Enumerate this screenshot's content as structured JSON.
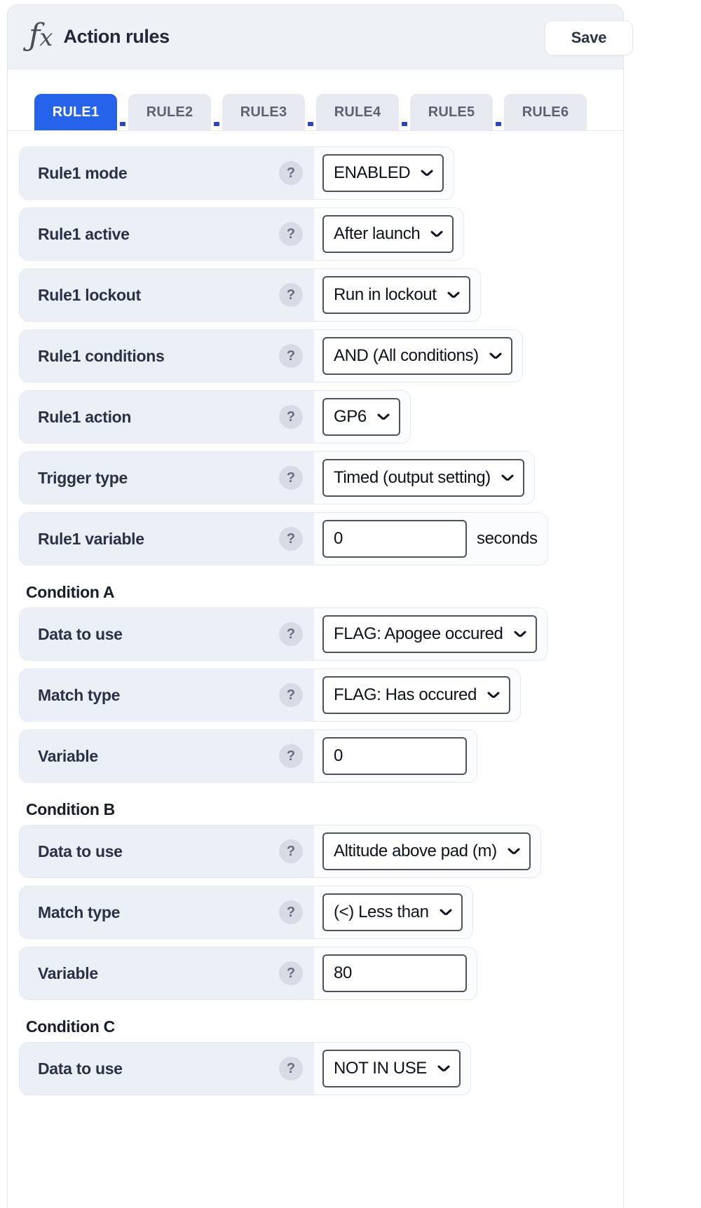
{
  "header": {
    "icon": "fx-icon",
    "title": "Action rules",
    "save_label": "Save"
  },
  "tabs": {
    "active_index": 0,
    "items": [
      {
        "label": "RULE1"
      },
      {
        "label": "RULE2"
      },
      {
        "label": "RULE3"
      },
      {
        "label": "RULE4"
      },
      {
        "label": "RULE5"
      },
      {
        "label": "RULE6"
      }
    ]
  },
  "help_badge": "?",
  "colors": {
    "accent": "#2563eb",
    "tab_separator": "#2c44c9",
    "label_bg": "#ebeff6",
    "card_bg": "#ffffff",
    "header_bg": "#eef1f6"
  },
  "form": {
    "rows": [
      {
        "label": "Rule1 mode",
        "type": "select",
        "value": "ENABLED"
      },
      {
        "label": "Rule1 active",
        "type": "select",
        "value": "After launch"
      },
      {
        "label": "Rule1 lockout",
        "type": "select",
        "value": "Run in lockout"
      },
      {
        "label": "Rule1 conditions",
        "type": "select",
        "value": "AND (All conditions)"
      },
      {
        "label": "Rule1 action",
        "type": "select",
        "value": "GP6"
      },
      {
        "label": "Trigger type",
        "type": "select",
        "value": "Timed (output setting)"
      },
      {
        "label": "Rule1 variable",
        "type": "input",
        "value": "0",
        "unit": "seconds"
      }
    ]
  },
  "conditions": [
    {
      "title": "Condition A",
      "rows": [
        {
          "label": "Data to use",
          "type": "select",
          "value": "FLAG: Apogee occured"
        },
        {
          "label": "Match type",
          "type": "select",
          "value": "FLAG: Has occured"
        },
        {
          "label": "Variable",
          "type": "input",
          "value": "0"
        }
      ]
    },
    {
      "title": "Condition B",
      "rows": [
        {
          "label": "Data to use",
          "type": "select",
          "value": "Altitude above pad (m)"
        },
        {
          "label": "Match type",
          "type": "select",
          "value": "(<) Less than"
        },
        {
          "label": "Variable",
          "type": "input",
          "value": "80"
        }
      ]
    },
    {
      "title": "Condition C",
      "rows": [
        {
          "label": "Data to use",
          "type": "select",
          "value": "NOT IN USE"
        }
      ]
    }
  ]
}
